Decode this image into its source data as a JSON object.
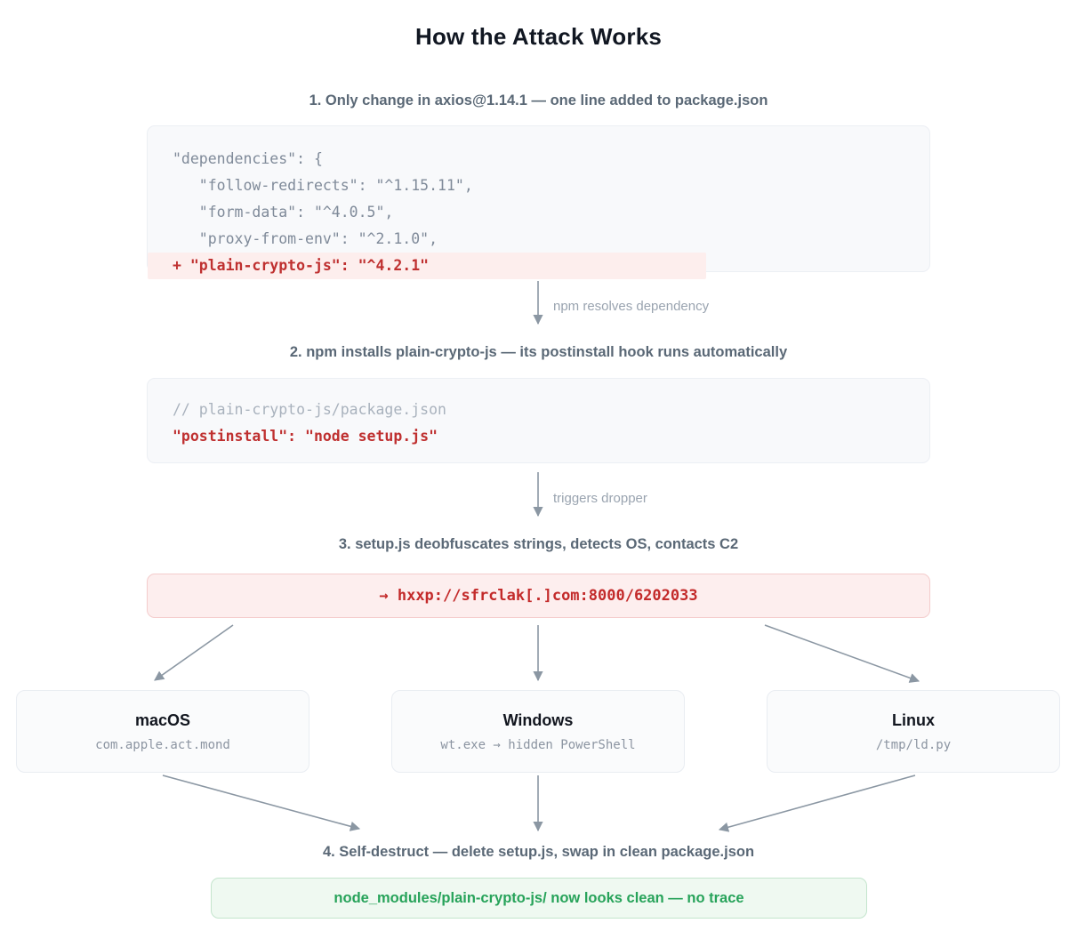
{
  "title": "How the Attack Works",
  "steps": {
    "step1": "1. Only change in axios@1.14.1 — one line added to package.json",
    "step2": "2. npm installs plain-crypto-js — its postinstall hook runs automatically",
    "step3": "3. setup.js deobfuscates strings, detects OS, contacts C2",
    "step4": "4. Self-destruct — delete setup.js, swap in clean package.json"
  },
  "code_dependencies": {
    "lines": [
      "\"dependencies\": {",
      "   \"follow-redirects\": \"^1.15.11\",",
      "   \"form-data\": \"^4.0.5\",",
      "   \"proxy-from-env\": \"^2.1.0\",",
      "+ \"plain-crypto-js\": \"^4.2.1\""
    ],
    "added_line_index": 4
  },
  "code_postinstall": {
    "comment": "// plain-crypto-js/package.json",
    "hook": "\"postinstall\": \"node setup.js\""
  },
  "edge_labels": {
    "resolve": "npm resolves dependency",
    "dropper": "triggers dropper"
  },
  "c2": {
    "text": "→ hxxp://sfrclak[.]com:8000/6202033"
  },
  "os_targets": [
    {
      "name": "macOS",
      "detail": "com.apple.act.mond"
    },
    {
      "name": "Windows",
      "detail": "wt.exe → hidden PowerShell"
    },
    {
      "name": "Linux",
      "detail": "/tmp/ld.py"
    }
  ],
  "clean_result": "node_modules/plain-crypto-js/ now looks clean — no trace",
  "colors": {
    "background": "#ffffff",
    "title": "#111722",
    "step_label": "#5a6876",
    "code_panel_bg": "#f8f9fb",
    "code_text": "#7f8a99",
    "danger_red": "#bf3030",
    "danger_bg": "#fdeeed",
    "c2_border": "#f4cccc",
    "success_green": "#27a35a",
    "success_bg": "#eff9f1",
    "arrow": "#8b97a3"
  }
}
